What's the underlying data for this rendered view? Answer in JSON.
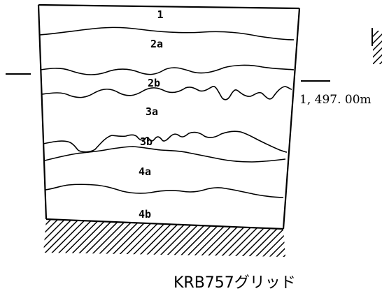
{
  "section": {
    "layers": [
      {
        "label": "1"
      },
      {
        "label": "2a"
      },
      {
        "label": "2b"
      },
      {
        "label": "3a"
      },
      {
        "label": "3b"
      },
      {
        "label": "4a"
      },
      {
        "label": "4b"
      }
    ],
    "elevation": "1, 497. 00m",
    "caption": "KRB757グリッド"
  }
}
